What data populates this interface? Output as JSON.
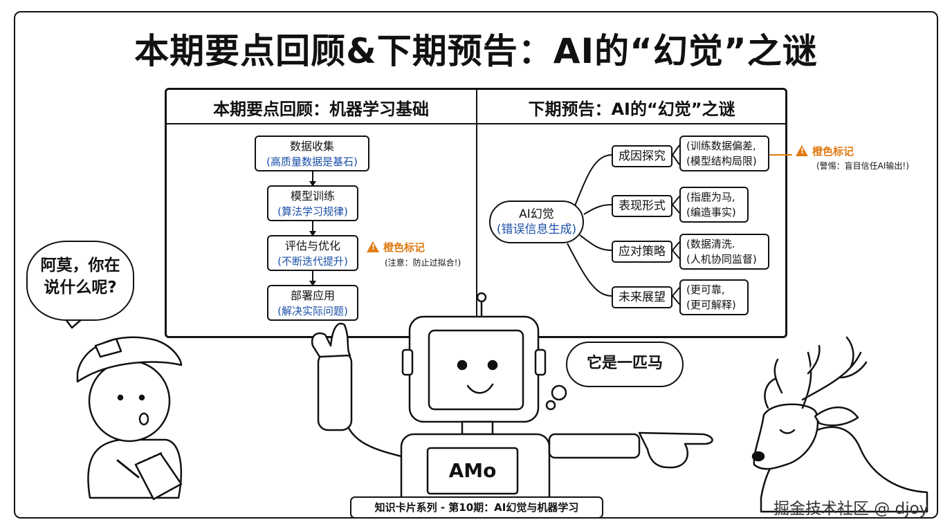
{
  "title": "本期要点回顾&下期预告：AI的“幻觉”之谜",
  "left_panel": {
    "title": "本期要点回顾：机器学习基础",
    "steps": [
      {
        "label": "数据收集",
        "sub": "(高质量数据是基石)"
      },
      {
        "label": "模型训练",
        "sub": "(算法学习规律)"
      },
      {
        "label": "评估与优化",
        "sub": "(不断迭代提升)"
      },
      {
        "label": "部署应用",
        "sub": "(解决实际问题)"
      }
    ],
    "marker": {
      "label": "橙色标记",
      "note": "(注意：防止过拟合!)"
    }
  },
  "right_panel": {
    "title": "下期预告：AI的“幻觉”之谜",
    "center": {
      "label": "AI幻觉",
      "sub": "(错误信息生成)"
    },
    "branches": [
      {
        "label": "成因探究",
        "leaf_1": "(训练数据偏差,",
        "leaf_2": "(模型结构局限)"
      },
      {
        "label": "表现形式",
        "leaf_1": "(指鹿为马,",
        "leaf_2": "(编造事实)"
      },
      {
        "label": "应对策略",
        "leaf_1": "(数据清洗.",
        "leaf_2": "(人机协同监督)"
      },
      {
        "label": "未来展望",
        "leaf_1": "(更可靠,",
        "leaf_2": "(更可解释)"
      }
    ],
    "marker": {
      "label": "橙色标记",
      "note": "(警惕：盲目信任AI输出!)"
    }
  },
  "speech_bubble": {
    "line_1": "阿莫，你在",
    "line_2": "说什么呢?"
  },
  "thought_bubble": "它是一匹马",
  "robot_label": "AMo",
  "footer": "知识卡片系列 - 第10期：AI幻觉与机器学习",
  "watermark": "掘金技术社区 @ djoy",
  "colors": {
    "accent_blue": "#1a4fa8",
    "warning_orange": "#e07a12",
    "ink": "#111111"
  }
}
